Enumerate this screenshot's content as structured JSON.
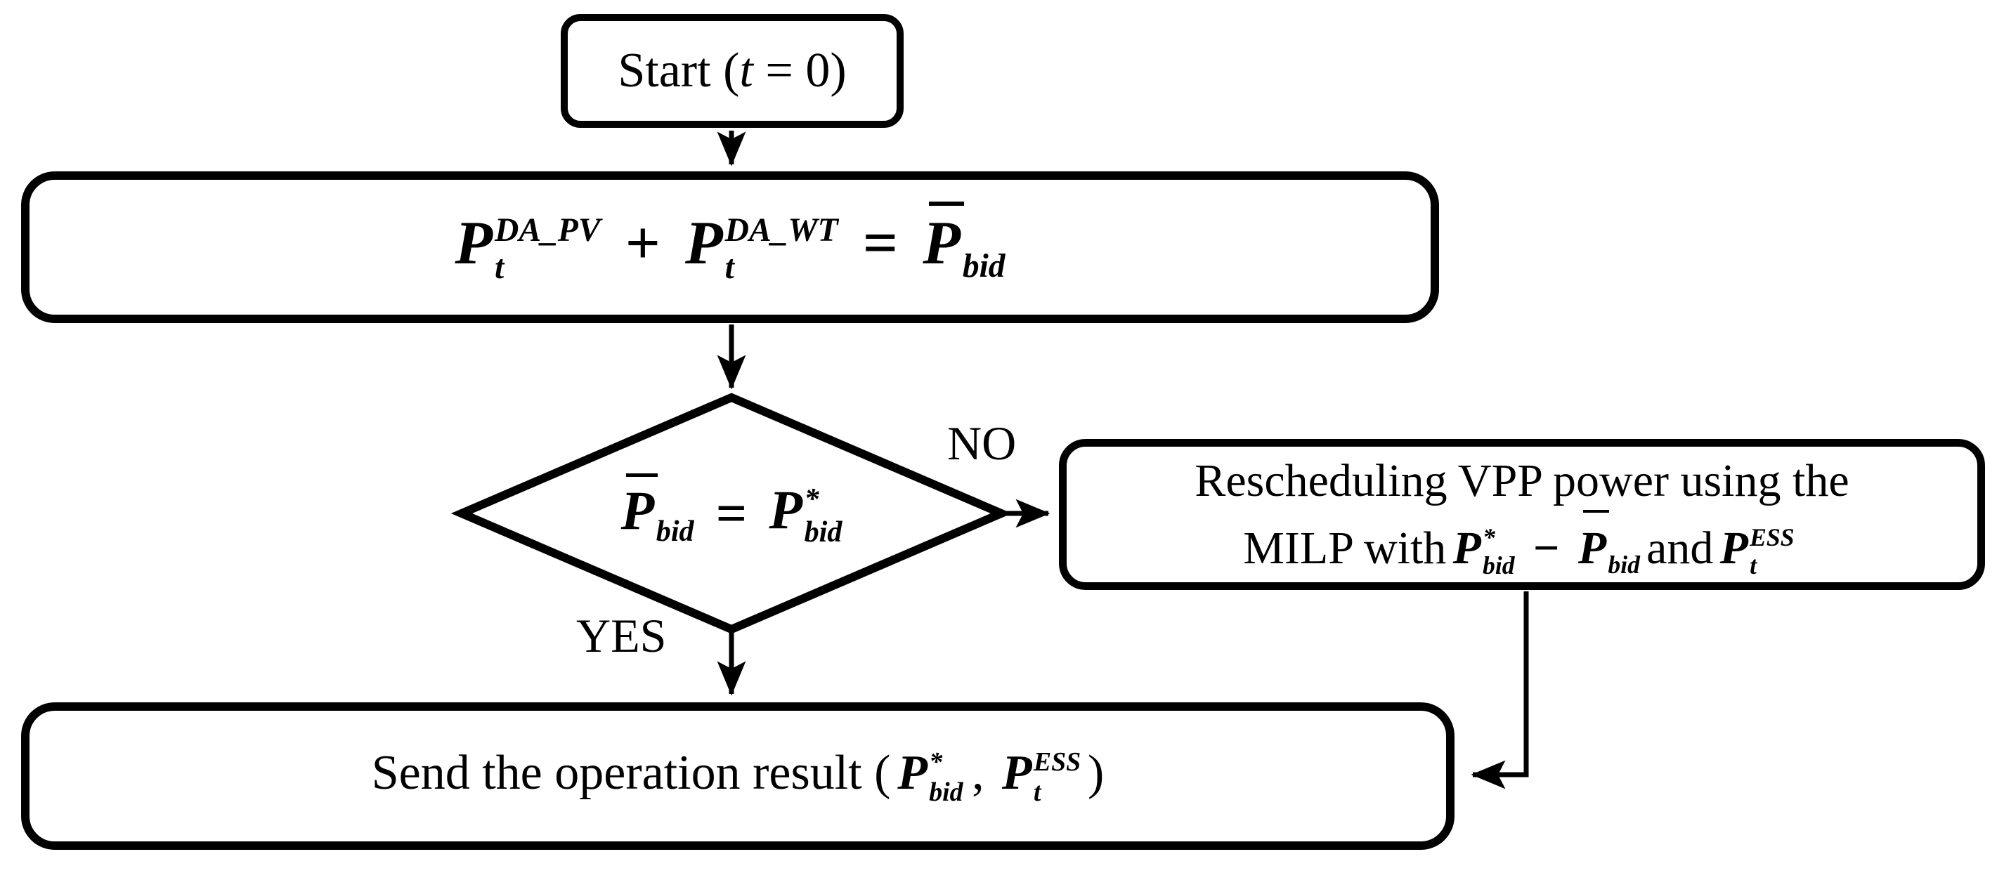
{
  "colors": {
    "ink": "#000000",
    "paper": "#ffffff"
  },
  "nodes": {
    "start": {
      "prefix": "Start (",
      "var_t": "t",
      "suffix": " = 0)"
    },
    "bid_sum": {
      "t1_base": "P",
      "t1_sup": "DA_PV",
      "t1_sub": "t",
      "plus": "+",
      "t2_base": "P",
      "t2_sup": "DA_WT",
      "t2_sub": "t",
      "equals": "=",
      "t3_base": "P",
      "t3_sub": "bid"
    },
    "decision": {
      "lhs_base": "P",
      "lhs_sub": "bid",
      "equals": "=",
      "rhs_base": "P",
      "rhs_sup": "*",
      "rhs_sub": "bid"
    },
    "reschedule": {
      "line1": "Rescheduling VPP power using the",
      "line2_prefix": "MILP with",
      "m1_base": "P",
      "m1_sup": "*",
      "m1_sub": "bid",
      "minus": "−",
      "m2_base": "P",
      "m2_sub": "bid",
      "conj": "and",
      "m3_base": "P",
      "m3_sup": "ESS",
      "m3_sub": "t"
    },
    "send": {
      "prefix": "Send the operation result (",
      "m1_base": "P",
      "m1_sup": "*",
      "m1_sub": "bid",
      "separator": ",",
      "m2_base": "P",
      "m2_sup": "ESS",
      "m2_sub": "t",
      "suffix": ")"
    }
  },
  "edges": {
    "no_label": "NO",
    "yes_label": "YES"
  }
}
